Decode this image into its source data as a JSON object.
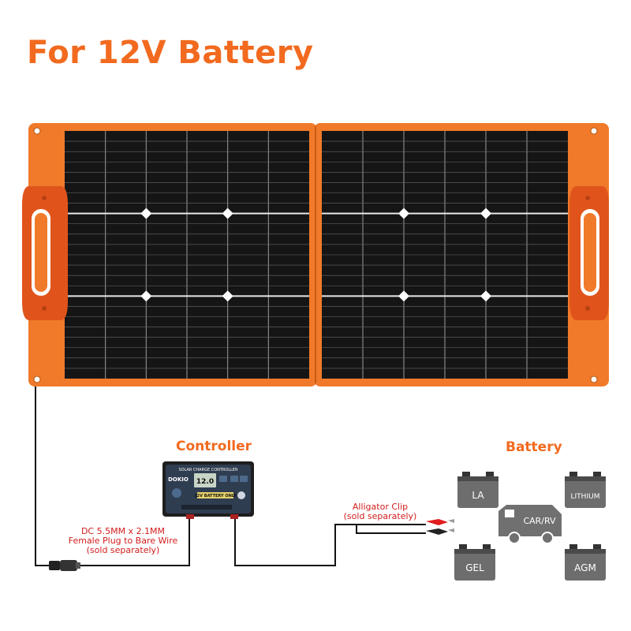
{
  "title": "For 12V Battery",
  "labels": {
    "controller": "Controller",
    "battery": "Battery"
  },
  "notes": {
    "dc_plug": [
      "DC 5.5MM x 2.1MM",
      "Female Plug to Bare Wire",
      "(sold separately)"
    ],
    "alligator": [
      "Alligator Clip",
      "(sold separately)"
    ]
  },
  "controller_face": {
    "header": "SOLAR CHARGE CONTROLLER",
    "brand": "DOKIO",
    "display": "12.0",
    "badge": "12V BATTERY ONLY"
  },
  "batteries": [
    {
      "label": "LA"
    },
    {
      "label": "LITHIUM"
    },
    {
      "label": "GEL"
    },
    {
      "label": "AGM"
    }
  ],
  "vehicle": {
    "label": "CAR/RV"
  },
  "colors": {
    "accent": "#f26a1f",
    "panel_frame": "#f07a2a",
    "cell": "#151515",
    "note_red": "#d21c1c",
    "battery_gray": "#6d6d6d"
  },
  "icons": [
    "solar-panel-icon",
    "charge-controller-icon",
    "battery-icon",
    "rv-icon",
    "alligator-clip-icon",
    "dc-plug-icon"
  ]
}
